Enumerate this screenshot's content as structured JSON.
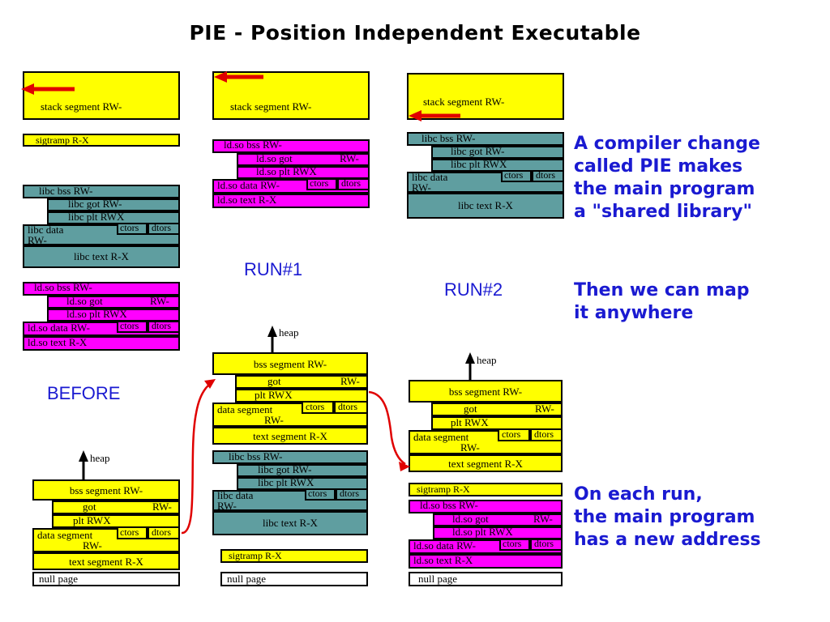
{
  "title": "PIE - Position Independent Executable",
  "labels": {
    "before": "BEFORE",
    "run1": "RUN#1",
    "run2": "RUN#2",
    "heap": "heap"
  },
  "annotations": {
    "top": "A compiler change\ncalled PIE makes\nthe main program\na \"shared library\"",
    "middle": "Then we can map\nit anywhere",
    "bottom": "On each run,\nthe main program\nhas a new address"
  },
  "segments": {
    "stack": "stack segment RW-",
    "sigtramp": "sigtramp R-X",
    "null_page": "null page",
    "bss": "bss segment RW-",
    "got": "got",
    "got_perm": "RW-",
    "plt": "plt  RWX",
    "ctors": "ctors",
    "dtors": "dtors",
    "data": "data segment",
    "data_perm": "RW-",
    "text": "text segment R-X",
    "libc_bss": "libc bss RW-",
    "libc_got": "libc got   RW-",
    "libc_plt": "libc plt   RWX",
    "libc_data": "libc data",
    "libc_data_perm": "RW-",
    "libc_text": "libc text R-X",
    "ldso_bss": "ld.so bss RW-",
    "ldso_got": "ld.so got",
    "ldso_got_perm": "RW-",
    "ldso_plt": "ld.so plt   RWX",
    "ldso_data": "ld.so data RW-",
    "ldso_text": "ld.so text  R-X"
  },
  "colors": {
    "program": "#ffff00",
    "libc": "#5f9ea0",
    "ldso": "#ff00ff",
    "nullpage": "#ffffff",
    "annotation": "#1a1ad1",
    "arrow": "#e00000",
    "border": "#000000"
  }
}
